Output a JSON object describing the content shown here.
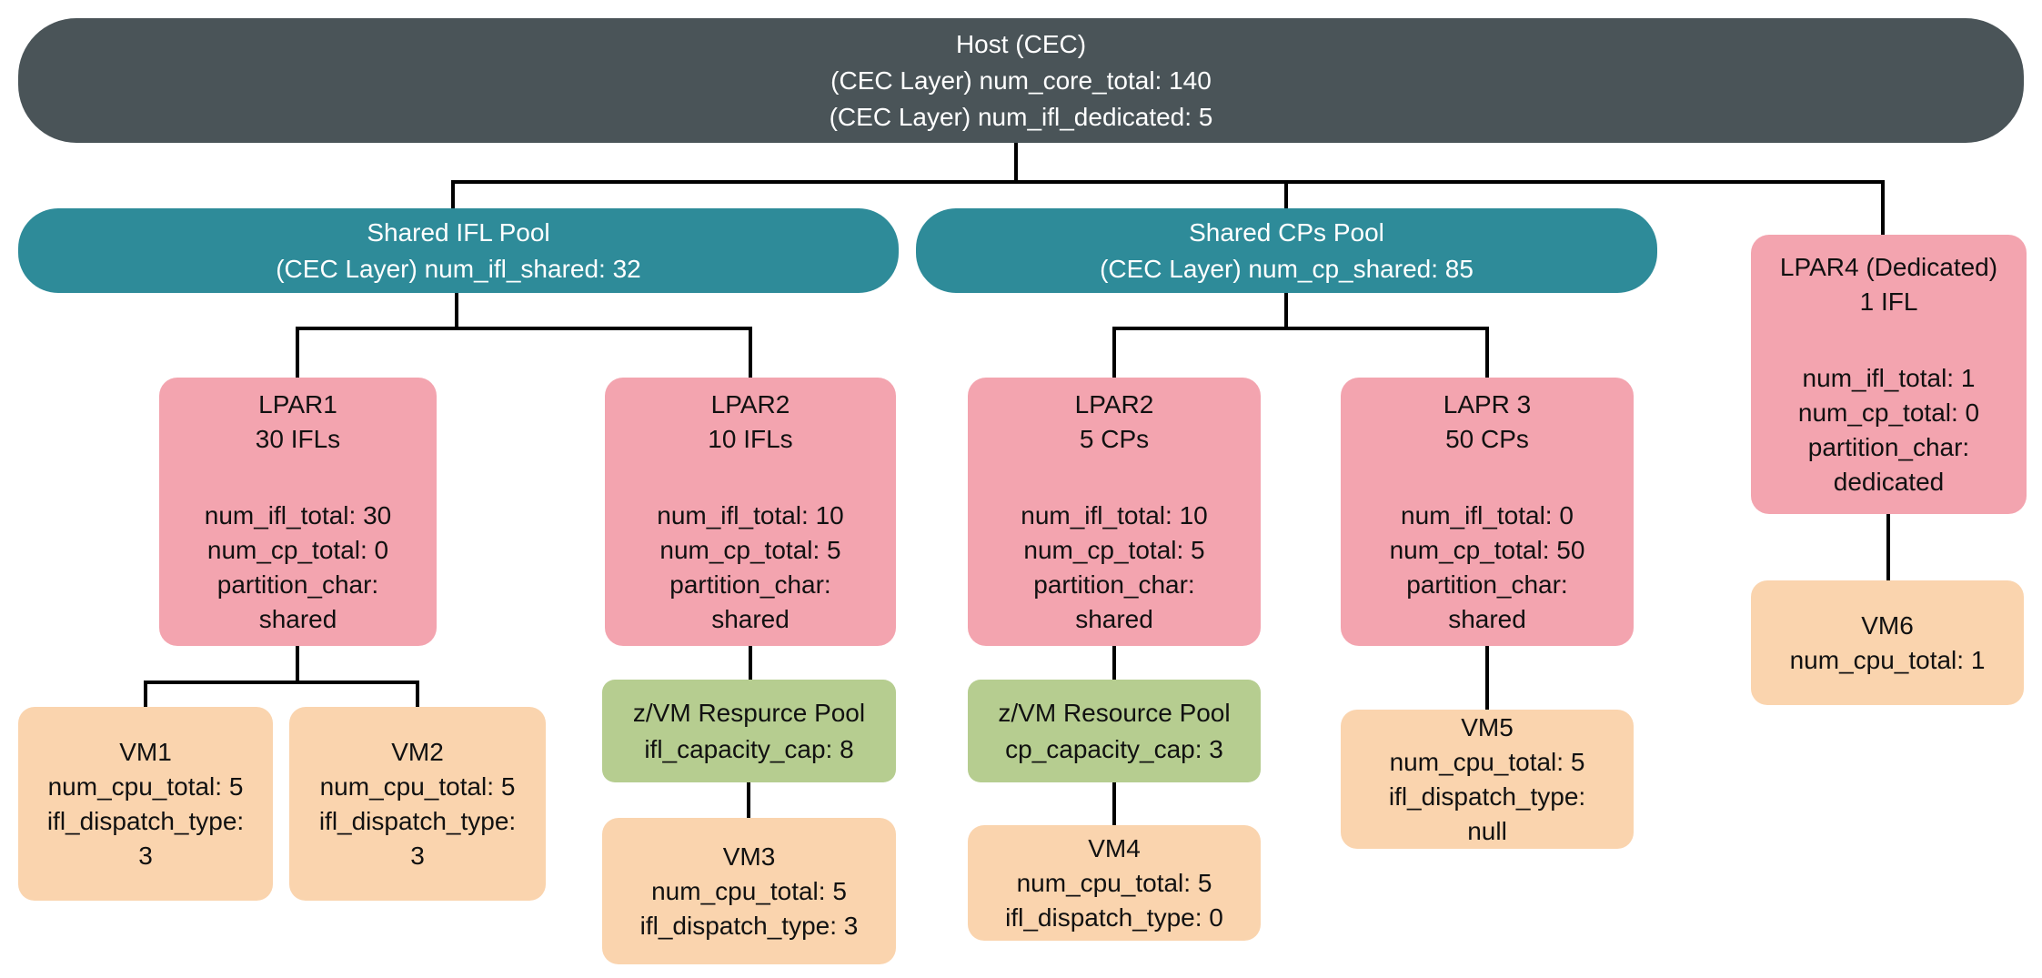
{
  "diagram_title": "Host (CEC) / LPAR / z-VM hierarchy diagram",
  "colors": {
    "host_box": "#4A5458",
    "shared_pool_box": "#2E8B99",
    "lpar_box": "#F3A4AF",
    "zvm_pool_box": "#B6CD90",
    "vm_box": "#FAD4AE",
    "connector": "#000000",
    "background": "#FFFFFF",
    "light_text": "#FFFFFF",
    "dark_text": "#111111"
  },
  "nodes": {
    "host": {
      "lines": [
        "Host (CEC)",
        "(CEC Layer) num_core_total: 140",
        "(CEC Layer) num_ifl_dedicated: 5"
      ]
    },
    "shared_ifl_pool": {
      "lines": [
        "Shared IFL Pool",
        "(CEC Layer) num_ifl_shared: 32"
      ]
    },
    "shared_cps_pool": {
      "lines": [
        "Shared CPs Pool",
        "(CEC Layer) num_cp_shared: 85"
      ]
    },
    "lpar1": {
      "title": [
        "LPAR1",
        "30 IFLs"
      ],
      "attrs": [
        "num_ifl_total: 30",
        "num_cp_total: 0",
        "partition_char:",
        "shared"
      ]
    },
    "lpar2_ifl": {
      "title": [
        "LPAR2",
        "10 IFLs"
      ],
      "attrs": [
        "num_ifl_total: 10",
        "num_cp_total: 5",
        "partition_char:",
        "shared"
      ]
    },
    "lpar2_cp": {
      "title": [
        "LPAR2",
        "5 CPs"
      ],
      "attrs": [
        "num_ifl_total: 10",
        "num_cp_total: 5",
        "partition_char:",
        "shared"
      ]
    },
    "lapr3": {
      "title": [
        "LAPR 3",
        "50 CPs"
      ],
      "attrs": [
        "num_ifl_total: 0",
        "num_cp_total: 50",
        "partition_char:",
        "shared"
      ]
    },
    "lpar4": {
      "title": [
        "LPAR4 (Dedicated)",
        "1 IFL"
      ],
      "attrs": [
        "num_ifl_total: 1",
        "num_cp_total: 0",
        "partition_char:",
        "dedicated"
      ]
    },
    "zvm_ifl_pool": {
      "lines": [
        "z/VM Respurce Pool",
        "ifl_capacity_cap: 8"
      ]
    },
    "zvm_cp_pool": {
      "lines": [
        "z/VM Resource Pool",
        "cp_capacity_cap: 3"
      ]
    },
    "vm1": {
      "lines": [
        "VM1",
        "num_cpu_total: 5",
        "ifl_dispatch_type:",
        "3"
      ]
    },
    "vm2": {
      "lines": [
        "VM2",
        "num_cpu_total: 5",
        "ifl_dispatch_type:",
        "3"
      ]
    },
    "vm3": {
      "lines": [
        "VM3",
        "num_cpu_total: 5",
        "ifl_dispatch_type: 3"
      ]
    },
    "vm4": {
      "lines": [
        "VM4",
        "num_cpu_total: 5",
        "ifl_dispatch_type: 0"
      ]
    },
    "vm5": {
      "lines": [
        "VM5",
        "num_cpu_total: 5",
        "ifl_dispatch_type:",
        "null"
      ]
    },
    "vm6": {
      "lines": [
        "VM6",
        "num_cpu_total: 1"
      ]
    }
  }
}
